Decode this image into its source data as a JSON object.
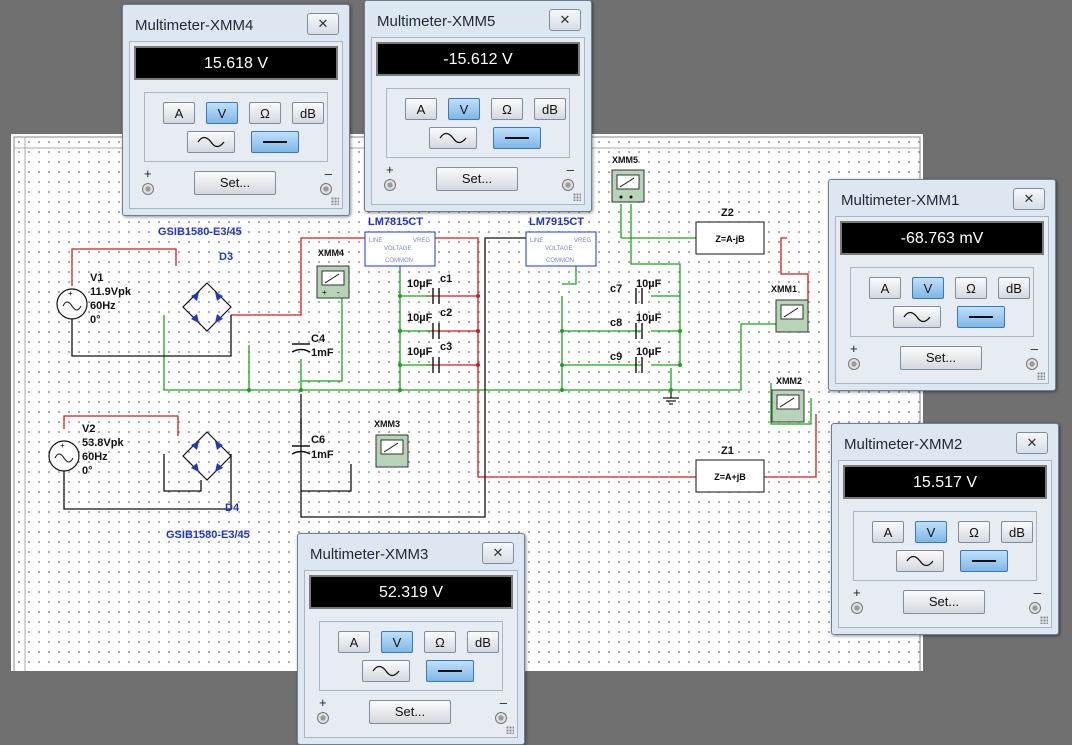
{
  "meters": [
    {
      "id": "xmm4",
      "title": "Multimeter-XMM4",
      "reading": "15.618 V",
      "active_mode": "V",
      "active_wave": "dc"
    },
    {
      "id": "xmm5",
      "title": "Multimeter-XMM5",
      "reading": "-15.612 V",
      "active_mode": "V",
      "active_wave": "dc"
    },
    {
      "id": "xmm1",
      "title": "Multimeter-XMM1",
      "reading": "-68.763 mV",
      "active_mode": "V",
      "active_wave": "dc"
    },
    {
      "id": "xmm2",
      "title": "Multimeter-XMM2",
      "reading": "15.517 V",
      "active_mode": "V",
      "active_wave": "dc"
    },
    {
      "id": "xmm3",
      "title": "Multimeter-XMM3",
      "reading": "52.319 V",
      "active_mode": "V",
      "active_wave": "dc"
    }
  ],
  "meter_ui": {
    "close_glyph": "✕",
    "btn_a": "A",
    "btn_v": "V",
    "btn_ohm": "Ω",
    "btn_db": "dB",
    "set_label": "Set...",
    "plus": "+",
    "minus": "–"
  },
  "schematic": {
    "bridge_top": "GSIB1580-E3/45",
    "bridge_bottom": "GSIB1580-E3/45",
    "d3": "D3",
    "d4": "D4",
    "v1": {
      "name": "V1",
      "amp": "11.9Vpk",
      "freq": "60Hz",
      "phase": "0°"
    },
    "v2": {
      "name": "V2",
      "amp": "53.8Vpk",
      "freq": "60Hz",
      "phase": "0°"
    },
    "c4": {
      "name": "C4",
      "value": "1mF"
    },
    "c6": {
      "name": "C6",
      "value": "1mF"
    },
    "reg_pos": {
      "name": "LM7815CT",
      "l1": "LINE",
      "l2": "VREG",
      "l3": "VOLTAGE",
      "l4": "COMMON"
    },
    "reg_neg": {
      "name": "LM7915CT",
      "l1": "LINE",
      "l2": "VREG",
      "l3": "VOLTAGE",
      "l4": "COMMON"
    },
    "caps_pos": [
      {
        "value": "10µF",
        "name": "c1"
      },
      {
        "value": "10µF",
        "name": "c2"
      },
      {
        "value": "10µF",
        "name": "c3"
      }
    ],
    "caps_neg": [
      {
        "value": "10µF",
        "name": "c7"
      },
      {
        "value": "10µF",
        "name": "c8"
      },
      {
        "value": "10µF",
        "name": "c9"
      }
    ],
    "z1": {
      "name": "Z1",
      "expr": "Z=A+jB"
    },
    "z2": {
      "name": "Z2",
      "expr": "Z=A-jB"
    },
    "probes": {
      "xmm1": "XMM1",
      "xmm2": "XMM2",
      "xmm3": "XMM3",
      "xmm4": "XMM4",
      "xmm5": "XMM5"
    }
  },
  "colors": {
    "wire_green": "#19a319",
    "wire_red": "#d01b1b",
    "wire_black": "#111111",
    "label_blue": "#1f35c8",
    "meter_bg": "#dde7f2"
  }
}
